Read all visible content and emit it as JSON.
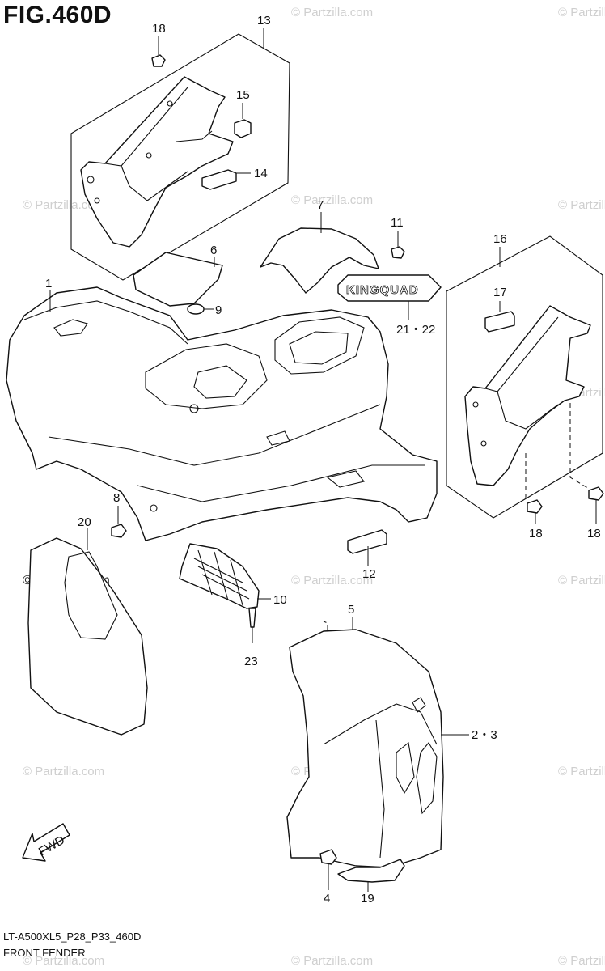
{
  "figure": {
    "title": "FIG.460D",
    "model_code": "LT-A500XL5_P28_P33_460D",
    "name": "FRONT FENDER"
  },
  "watermark": "© Partzilla.com",
  "emblem_text": "KINGQUAD",
  "fwd_label": "FWD",
  "callouts": {
    "c1": "1",
    "c23": "2・3",
    "c4a": "4",
    "c5": "5",
    "c6": "6",
    "c7": "7",
    "c8": "8",
    "c9": "9",
    "c10": "10",
    "c11": "11",
    "c12": "12",
    "c13": "13",
    "c14": "14",
    "c15": "15",
    "c16": "16",
    "c17": "17",
    "c18a": "18",
    "c18b": "18",
    "c18c": "18",
    "c19": "19",
    "c20": "20",
    "c2122": "21・22",
    "c23b": "23"
  }
}
